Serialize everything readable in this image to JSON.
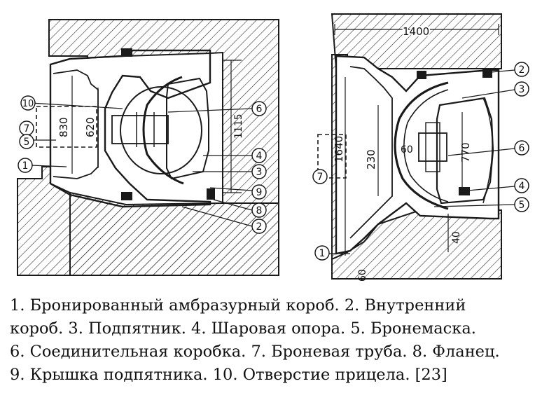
{
  "drawings": {
    "left": {
      "dims": {
        "d830": "830",
        "d620": "620",
        "d1115": "1115"
      },
      "callouts": {
        "c10": "10",
        "c7": "7",
        "c5": "5",
        "c1": "1",
        "c6": "6",
        "c4": "4",
        "c3": "3",
        "c9": "9",
        "c8": "8",
        "c2": "2"
      }
    },
    "right": {
      "dims": {
        "d1400": "1400",
        "d1640": "1640",
        "d230": "230",
        "d60a": "60",
        "d770": "770",
        "d40": "40",
        "d60b": "60"
      },
      "callouts": {
        "c2": "2",
        "c3": "3",
        "c6": "6",
        "c7": "7",
        "c4": "4",
        "c5": "5",
        "c1": "1"
      }
    }
  },
  "caption": {
    "line1": "1. Бронированный амбразурный короб. 2. Внутренний",
    "line2": "короб. 3. Подпятник. 4. Шаровая опора. 5. Бронемаска.",
    "line3": "6. Соединительная коробка. 7. Броневая труба. 8. Фланец.",
    "line4": "9. Крышка подпятника. 10. Отверстие прицела. [23]"
  },
  "colors": {
    "ink": "#1a1a1a",
    "paper": "#ffffff"
  }
}
